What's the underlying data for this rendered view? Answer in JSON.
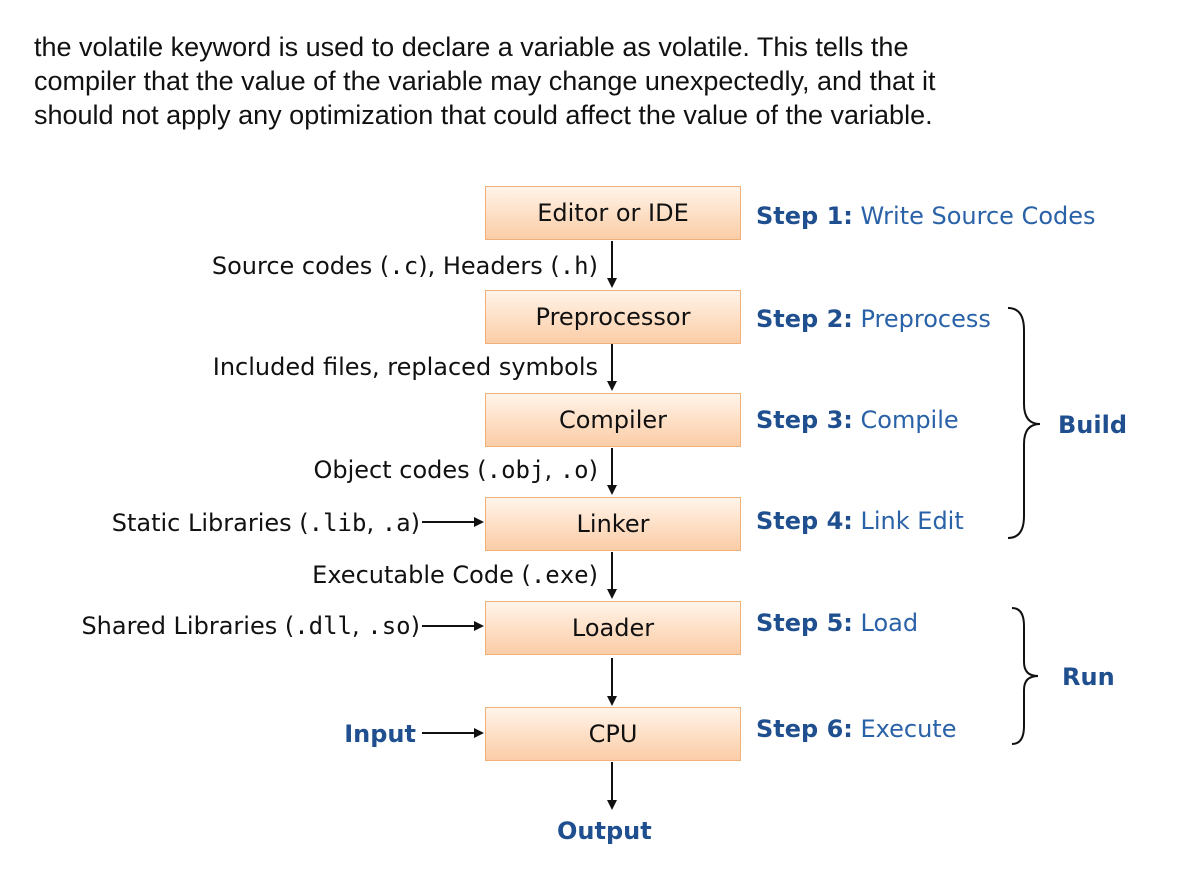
{
  "intro": {
    "line1": "the volatile keyword is used to declare a variable as volatile. This tells the",
    "line2": "compiler that the value of the variable may change unexpectedly, and that it",
    "line3": "should not apply any optimization that could affect the value of the variable."
  },
  "boxes": {
    "editor": "Editor or IDE",
    "preprocessor": "Preprocessor",
    "compiler": "Compiler",
    "linker": "Linker",
    "loader": "Loader",
    "cpu": "CPU"
  },
  "flows": {
    "source": {
      "pre": "Source codes (",
      "c": ".c",
      "mid": "), Headers (",
      "h": ".h",
      "post": ")"
    },
    "included": "Included files, replaced symbols",
    "object": {
      "pre": "Object codes (",
      "obj": ".obj",
      "sep": ", ",
      "o": ".o",
      "post": ")"
    },
    "executable": {
      "pre": "Executable Code (",
      "exe": ".exe",
      "post": ")"
    }
  },
  "inputs": {
    "static": {
      "pre": "Static Libraries (",
      "lib": ".lib",
      "sep": ", ",
      "a": ".a",
      "post": ")"
    },
    "shared": {
      "pre": "Shared Libraries (",
      "dll": ".dll",
      "sep": ", ",
      "so": ".so",
      "post": ")"
    },
    "input": "Input"
  },
  "steps": [
    {
      "num": "Step 1:",
      "text": " Write Source Codes"
    },
    {
      "num": "Step 2:",
      "text": " Preprocess"
    },
    {
      "num": "Step 3:",
      "text": " Compile"
    },
    {
      "num": "Step 4:",
      "text": " Link Edit"
    },
    {
      "num": "Step 5:",
      "text": " Load"
    },
    {
      "num": "Step 6:",
      "text": " Execute"
    }
  ],
  "phases": {
    "build": "Build",
    "run": "Run"
  },
  "output": "Output",
  "colors": {
    "box_border": "#f0b07a",
    "box_fill": "#fddcc0",
    "step_text": "#2a62a8",
    "step_bold": "#1f4f8f"
  }
}
